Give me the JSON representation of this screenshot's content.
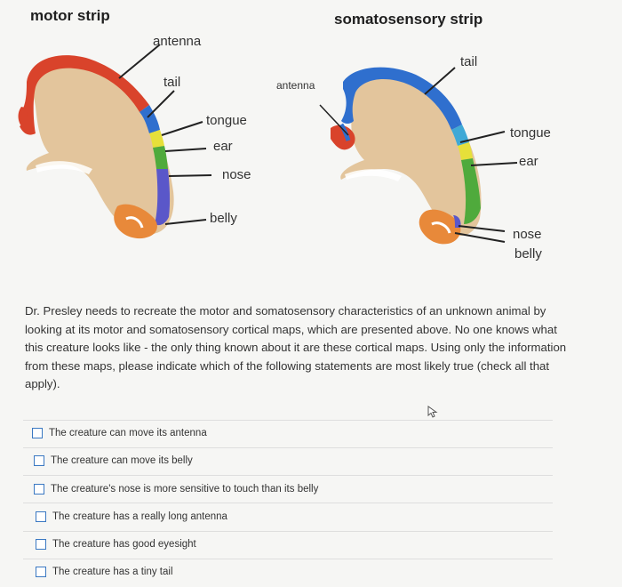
{
  "headings": {
    "motor": "motor strip",
    "somatosensory": "somatosensory strip"
  },
  "motor_labels": {
    "antenna": "antenna",
    "tail": "tail",
    "tongue": "tongue",
    "ear": "ear",
    "nose": "nose",
    "belly": "belly"
  },
  "somato_labels": {
    "antenna": "antenna",
    "tail": "tail",
    "tongue": "tongue",
    "ear": "ear",
    "nose": "nose",
    "belly": "belly"
  },
  "colors": {
    "brain": "#e3c59c",
    "red": "#d9432b",
    "blue": "#2f6fce",
    "cyan": "#3fa9d6",
    "yellow": "#e6e03a",
    "green": "#4faa3c",
    "purple": "#5a57c9",
    "orange": "#e8893a"
  },
  "question": "Dr. Presley needs to recreate the motor and somatosensory characteristics of an unknown animal by looking at its motor and somatosensory cortical maps, which are presented above. No one knows what this creature looks like - the only thing known about it are these cortical maps. Using only the information from these maps, please indicate which of the following statements are most likely true (check all that apply).",
  "options": [
    "The creature can move its antenna",
    "The creature can move its belly",
    "The creature's nose is more sensitive to touch than its belly",
    "The creature has a really long antenna",
    "The creature has good eyesight",
    "The creature has a tiny tail"
  ]
}
